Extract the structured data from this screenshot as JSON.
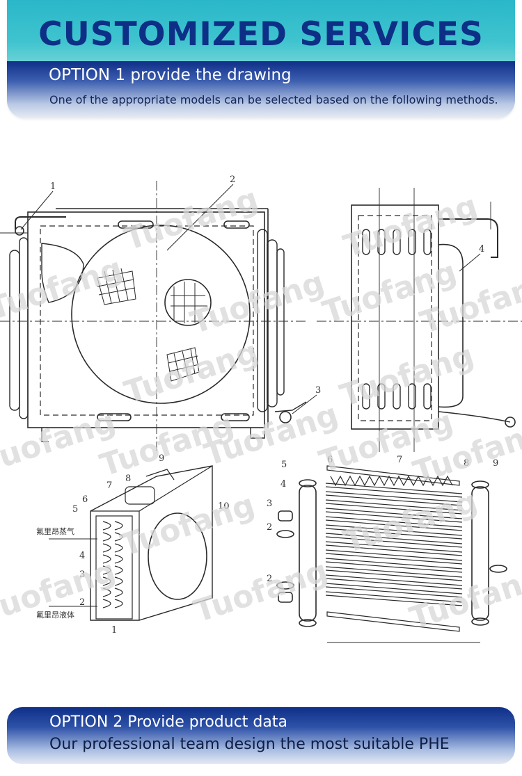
{
  "header": {
    "title": "CUSTOMIZED SERVICES",
    "option1_title": "OPTION 1 provide the drawing",
    "option1_subtitle": "One of the appropriate models can be selected based on the following methods."
  },
  "drawing": {
    "watermark": "Tuofang",
    "top_callouts": [
      "1",
      "2",
      "3",
      "4"
    ],
    "bottom_left_callouts": [
      "1",
      "2",
      "3",
      "4",
      "5",
      "6",
      "7",
      "8",
      "9",
      "10"
    ],
    "bottom_right_callouts": [
      "2",
      "2",
      "3",
      "4",
      "5",
      "6",
      "7",
      "8",
      "9"
    ],
    "chinese_labels": [
      "氟里昂蒸气",
      "氟里昂液体"
    ]
  },
  "footer": {
    "option2_title": "OPTION 2 Provide product data",
    "option2_subtitle": "Our professional team design the most suitable PHE"
  }
}
